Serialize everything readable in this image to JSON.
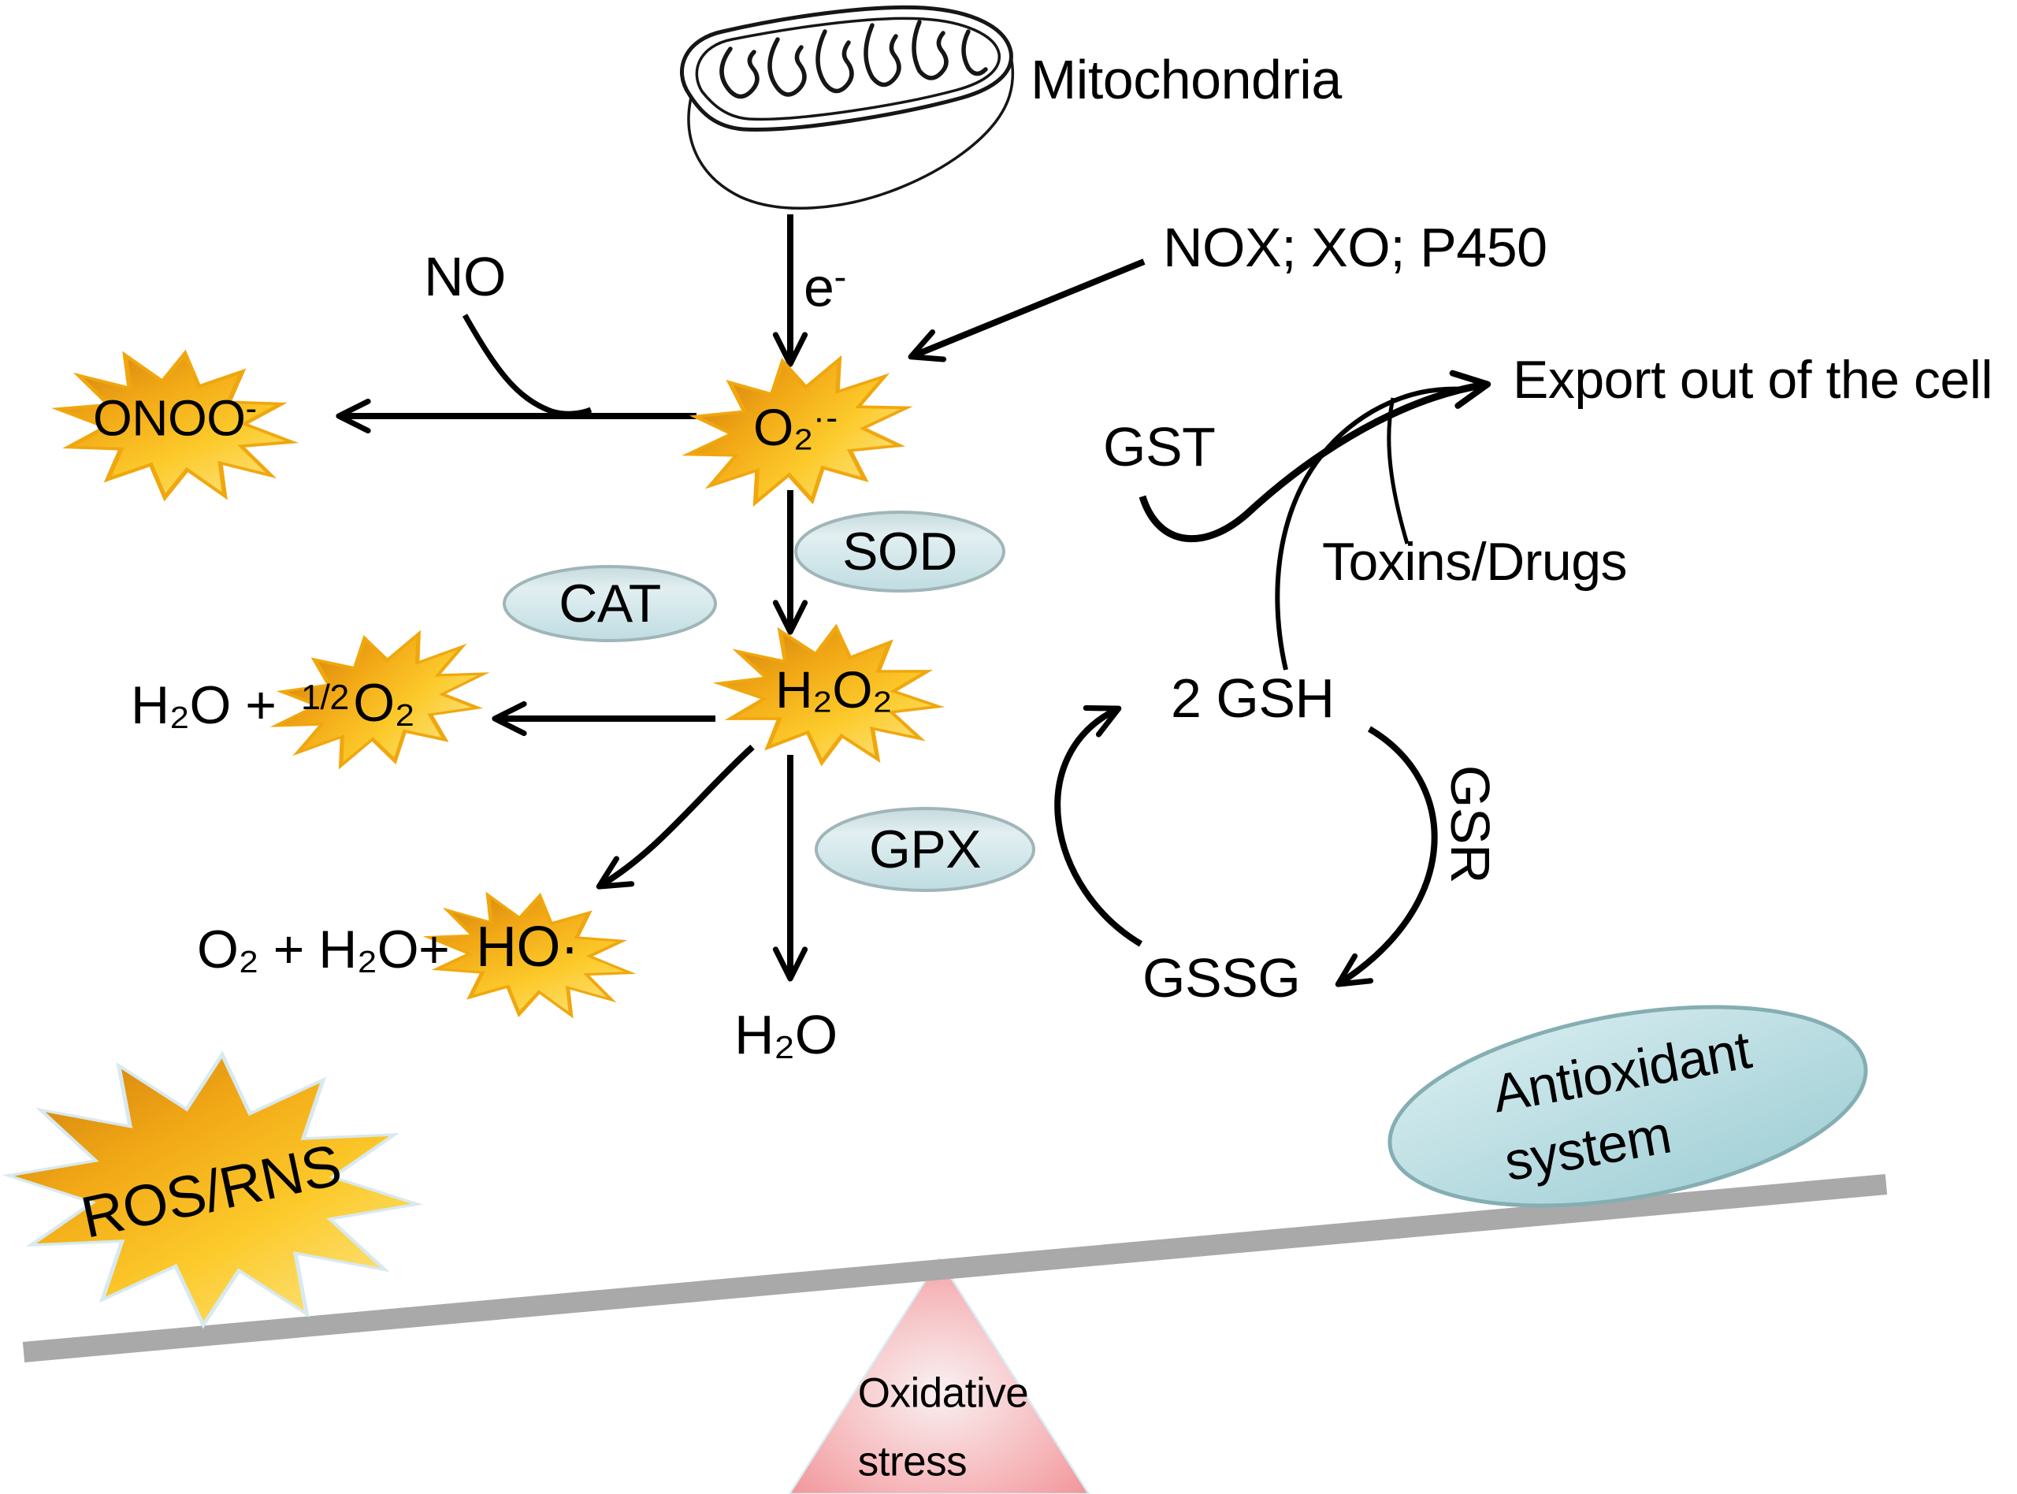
{
  "figure": {
    "organelle_label": "Mitochondria",
    "electron": {
      "base": "e",
      "sup": "-"
    },
    "sources_label": "NOX; XO; P450",
    "no_label": "NO"
  },
  "species": {
    "superoxide": {
      "base": "O₂",
      "sup": "·-"
    },
    "peroxynitrite": {
      "base": "ONOO",
      "sup": "-"
    },
    "hydrogen_peroxide": "H₂O₂",
    "cat_products": {
      "prefix": "H₂O +",
      "half": "1/2",
      "o2": "O₂"
    },
    "gpx_product": "H₂O",
    "hydroxyl_row": {
      "prefix": "O₂ + H₂O+",
      "radical": "HO·"
    },
    "glutathione": "2 GSH",
    "glutathione_disulfide": "GSSG"
  },
  "enzymes": {
    "sod": "SOD",
    "cat": "CAT",
    "gpx": "GPX",
    "gst": "GST",
    "gsr": "GSR"
  },
  "annotations": {
    "export": "Export out of the cell",
    "toxins": "Toxins/Drugs"
  },
  "balance": {
    "ros": "ROS/RNS",
    "antioxidant": {
      "line1": "Antioxidant",
      "line2": "system"
    },
    "stress": {
      "line1": "Oxidative",
      "line2": "stress"
    }
  },
  "colors": {
    "star_dark": "#c8770c",
    "star_mid": "#f2a916",
    "star_bright": "#fcca2b",
    "star_pale": "#fdeb9b",
    "star_stroke": "#f0a70e",
    "ros_star_stroke": "#d8e9ef",
    "enzyme_ellipse_top": "#c6dadd",
    "enzyme_ellipse_light": "#e2eff1",
    "enzyme_ellipse_bottom": "#bfdde2",
    "ellipse_stroke": "#a0b5b8",
    "antioxidant_fill_top": "#d8edf0",
    "antioxidant_fill_bottom": "#a7d3d9",
    "antioxidant_stroke": "#85aeb3",
    "beam_gray": "#a9a9a9",
    "triangle_center": "#f9f1f2",
    "triangle_mid": "#f6b9bc",
    "triangle_edge": "#f0898d",
    "triangle_stroke": "#d9edf3",
    "line_black": "#000000"
  }
}
